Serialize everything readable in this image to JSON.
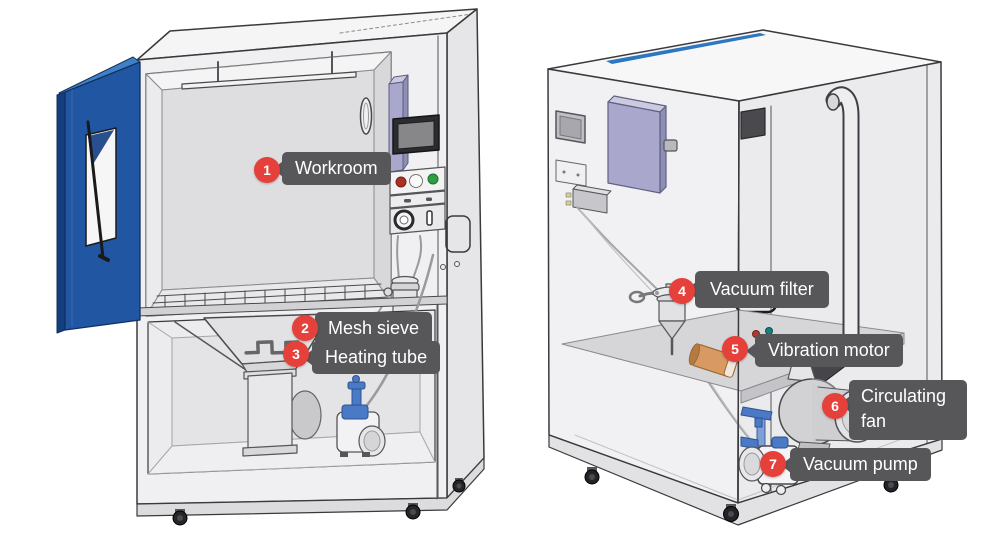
{
  "callouts": [
    {
      "number": "1",
      "label": "Workroom"
    },
    {
      "number": "2",
      "label": "Mesh sieve"
    },
    {
      "number": "3",
      "label": "Heating tube"
    },
    {
      "number": "4",
      "label": "Vacuum filter"
    },
    {
      "number": "5",
      "label": "Vibration motor"
    },
    {
      "number": "6",
      "label": "Circulating fan"
    },
    {
      "number": "7",
      "label": "Vacuum pump"
    }
  ],
  "colors": {
    "badge_red": "#e6403a",
    "label_bg": "#57575a",
    "label_text": "#ffffff",
    "door_blue": "#2156a3",
    "door_blue_light": "#4080c4",
    "door_blue_dark": "#153e7e",
    "top_strip_blue": "#2e77c0",
    "panel_lavender": "#a9a8cc",
    "motor_orange": "#d89a62",
    "pump_blue": "#4a79c5",
    "button_red": "#a93226",
    "button_green": "#2f9e44"
  }
}
